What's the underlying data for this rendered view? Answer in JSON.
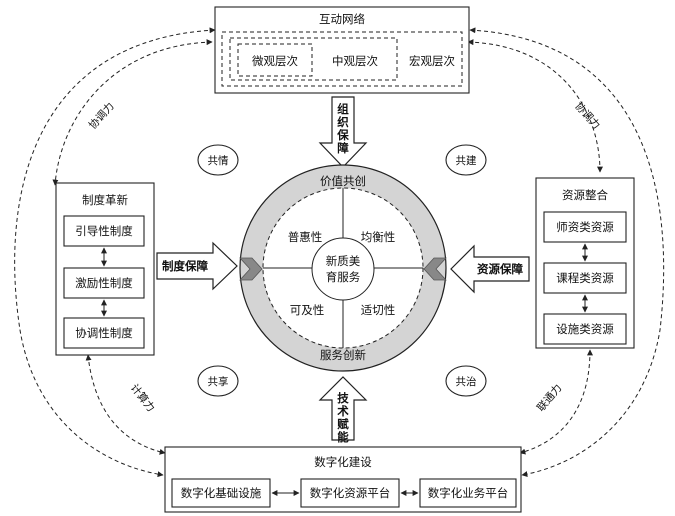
{
  "top": {
    "title": "互动网络",
    "levels": [
      "微观层次",
      "中观层次",
      "宏观层次"
    ]
  },
  "left_box": {
    "title": "制度革新",
    "items": [
      "引导性制度",
      "激励性制度",
      "协调性制度"
    ]
  },
  "right_box": {
    "title": "资源整合",
    "items": [
      "师资类资源",
      "课程类资源",
      "设施类资源"
    ]
  },
  "bottom_box": {
    "title": "数字化建设",
    "items": [
      "数字化基础设施",
      "数字化资源平台",
      "数字化业务平台"
    ]
  },
  "center": {
    "top_label": "价值共创",
    "bottom_label": "服务创新",
    "core_line1": "新质美",
    "core_line2": "育服务",
    "quadrants": [
      "普惠性",
      "均衡性",
      "可及性",
      "适切性"
    ]
  },
  "arrows": {
    "top": [
      "组",
      "织",
      "保",
      "障"
    ],
    "bottom": [
      "技",
      "术",
      "赋",
      "能"
    ],
    "left": "制度保障",
    "right": "资源保障"
  },
  "corners": [
    "共情",
    "共建",
    "共享",
    "共治"
  ],
  "forces": {
    "top_left": "协调力",
    "top_right": "协调力",
    "bottom_left": "计算力",
    "bottom_right": "联通力"
  }
}
